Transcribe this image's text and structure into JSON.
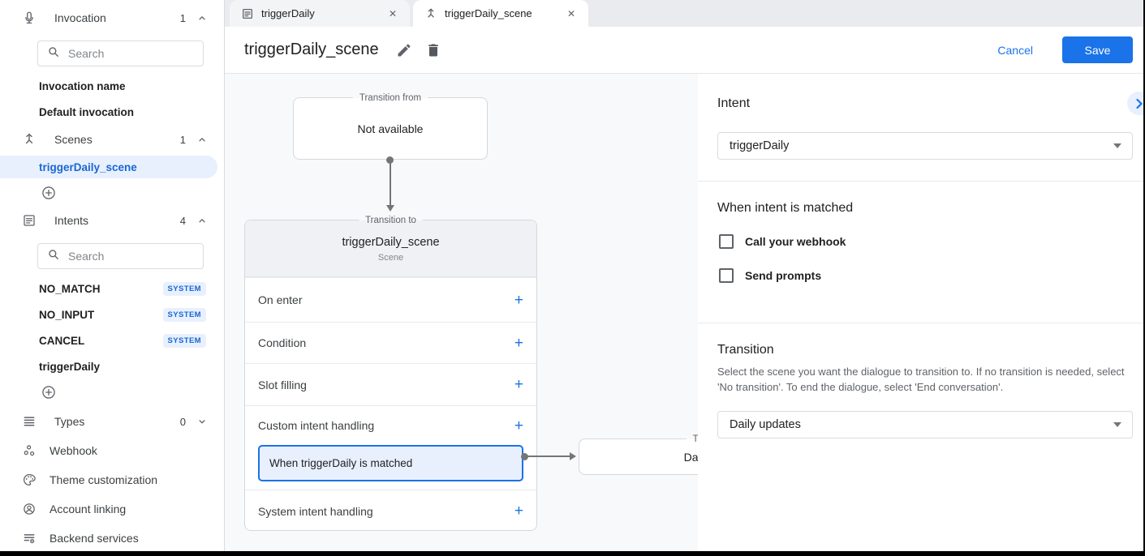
{
  "icons": {
    "plus": "+",
    "close": "✕"
  },
  "colors": {
    "accent": "#1a73e8",
    "selected_text": "#1967d2",
    "selected_bg": "#e8f0fe",
    "canvas_bg": "#f8f9fa"
  },
  "sidebar": {
    "search_placeholder": "Search",
    "invocation": {
      "label": "Invocation",
      "count": "1"
    },
    "invocation_items": [
      {
        "label": "Invocation name"
      },
      {
        "label": "Default invocation"
      }
    ],
    "scenes": {
      "label": "Scenes",
      "count": "1"
    },
    "scene_items": [
      {
        "label": "triggerDaily_scene"
      }
    ],
    "intents": {
      "label": "Intents",
      "count": "4"
    },
    "intent_items": [
      {
        "label": "NO_MATCH",
        "badge": "SYSTEM"
      },
      {
        "label": "NO_INPUT",
        "badge": "SYSTEM"
      },
      {
        "label": "CANCEL",
        "badge": "SYSTEM"
      },
      {
        "label": "triggerDaily"
      }
    ],
    "types": {
      "label": "Types",
      "count": "0"
    },
    "links": [
      {
        "label": "Webhook"
      },
      {
        "label": "Theme customization"
      },
      {
        "label": "Account linking"
      },
      {
        "label": "Backend services"
      }
    ]
  },
  "tabs": [
    {
      "label": "triggerDaily"
    },
    {
      "label": "triggerDaily_scene"
    }
  ],
  "header": {
    "title": "triggerDaily_scene",
    "cancel_label": "Cancel",
    "save_label": "Save"
  },
  "canvas": {
    "transition_from": {
      "legend": "Transition from",
      "text": "Not available"
    },
    "scene_card": {
      "legend": "Transition to",
      "title": "triggerDaily_scene",
      "subtitle": "Scene",
      "rows": [
        {
          "label": "On enter"
        },
        {
          "label": "Condition"
        },
        {
          "label": "Slot filling"
        },
        {
          "label": "Custom intent handling",
          "item": "When triggerDaily is matched"
        },
        {
          "label": "System intent handling"
        }
      ]
    },
    "target_card": {
      "legend": "Transition to",
      "text": "Daily updates"
    }
  },
  "panel": {
    "intent": {
      "heading": "Intent",
      "value": "triggerDaily"
    },
    "matched": {
      "heading": "When intent is matched",
      "checkboxes": [
        {
          "label": "Call your webhook",
          "checked": false
        },
        {
          "label": "Send prompts",
          "checked": false
        }
      ]
    },
    "transition": {
      "heading": "Transition",
      "description": "Select the scene you want the dialogue to transition to. If no transition is needed, select 'No transition'. To end the dialogue, select 'End conversation'.",
      "value": "Daily updates"
    }
  }
}
